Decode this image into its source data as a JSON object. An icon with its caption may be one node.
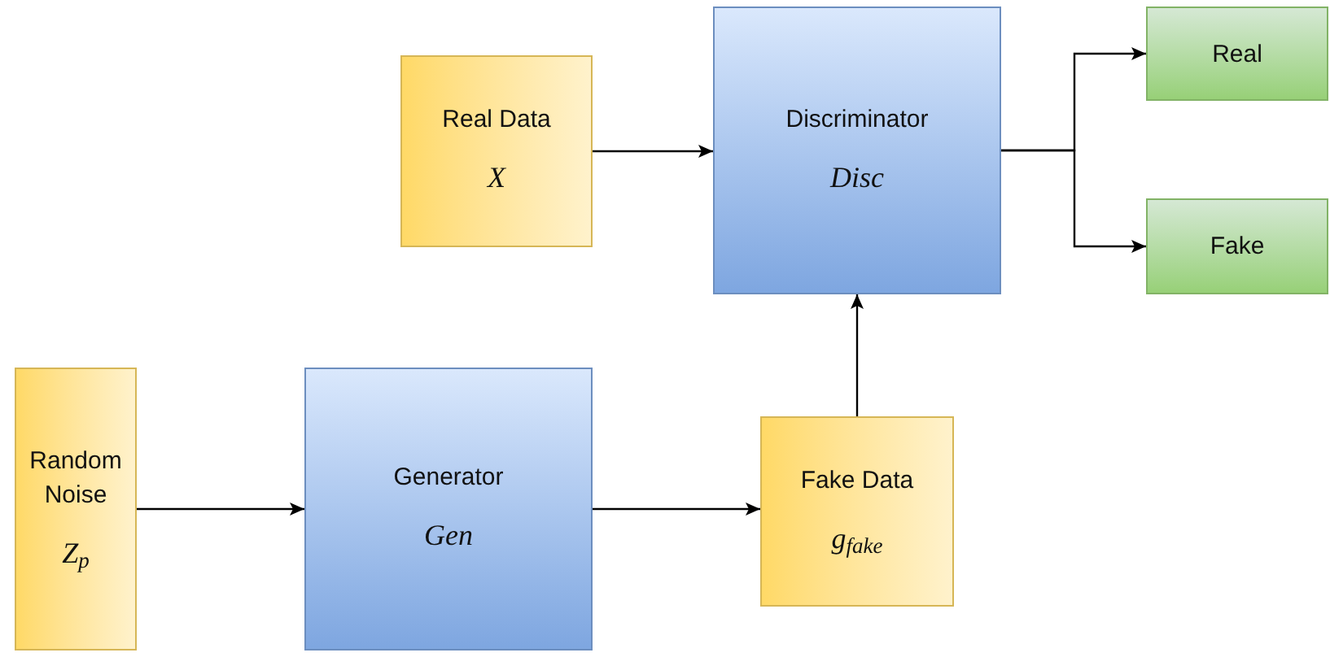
{
  "diagram": {
    "nodes": [
      {
        "text": [
          "Real Data",
          "X"
        ]
      },
      {
        "text": [
          "Discriminator",
          "Disc"
        ]
      },
      {
        "text": [
          "Real"
        ]
      },
      {
        "text": [
          "Fake"
        ]
      },
      {
        "text": [
          "Random Noise",
          "Z$_{p}$"
        ]
      },
      {
        "text": [
          "Generator",
          "Gen"
        ]
      },
      {
        "text": [
          "Fake Data",
          "g$_{fake}$"
        ]
      }
    ],
    "edges": [
      {
        "from": 0,
        "to": 1,
        "arrow": "to"
      },
      {
        "from": 1,
        "to": 2,
        "arrow": "to"
      },
      {
        "from": 1,
        "to": 3,
        "arrow": "to"
      },
      {
        "from": 4,
        "to": 5,
        "arrow": "to"
      },
      {
        "from": 5,
        "to": 6,
        "arrow": "to"
      },
      {
        "from": 6,
        "to": 1,
        "arrow": "to"
      }
    ]
  }
}
